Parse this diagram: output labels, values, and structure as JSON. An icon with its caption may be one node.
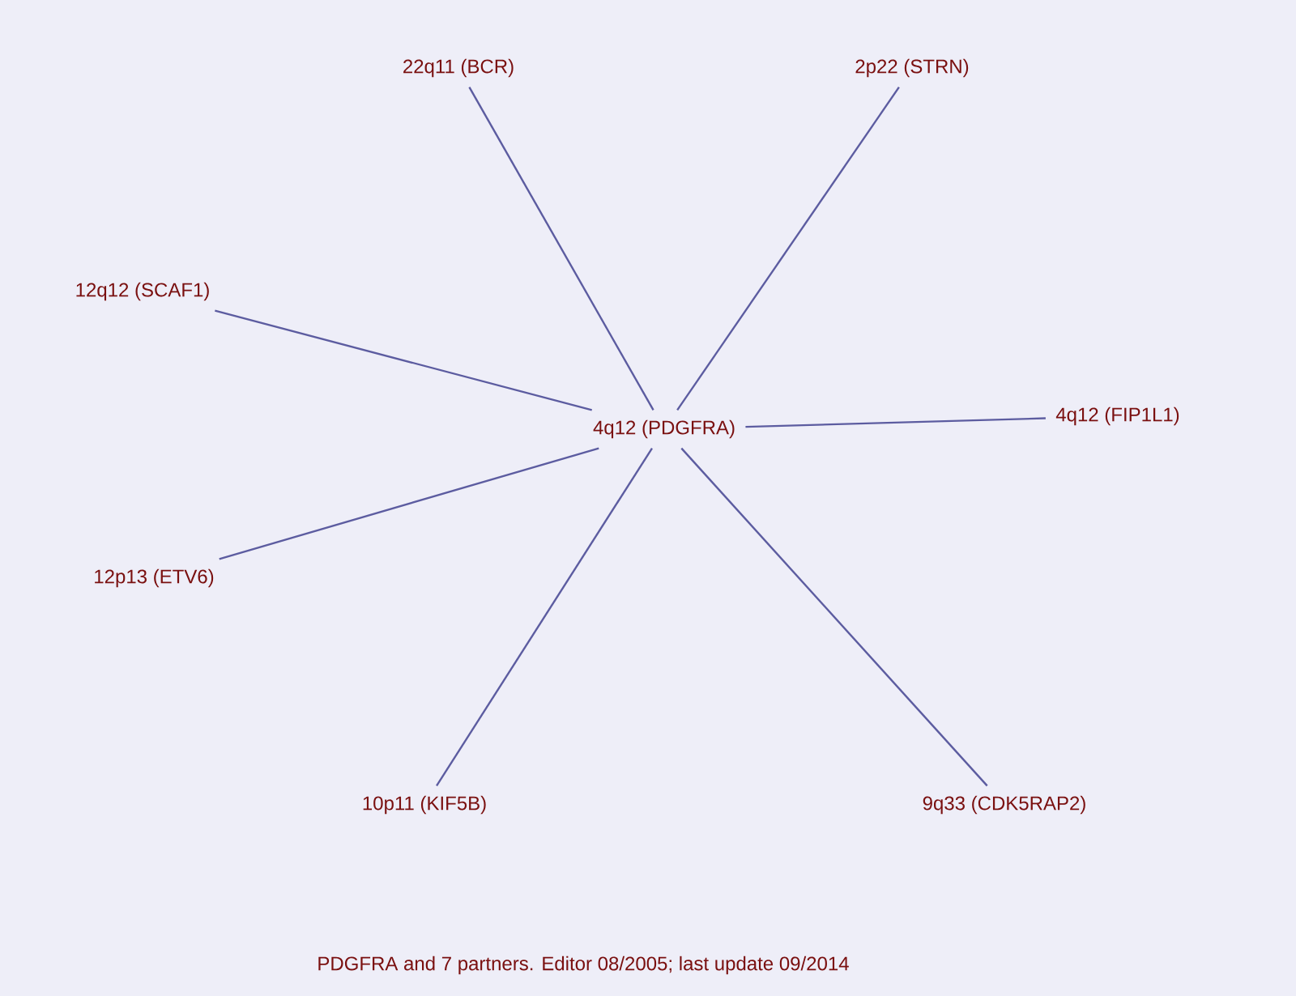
{
  "diagram": {
    "caption": "PDGFRA and 7 partners. Editor 08/2005; last update 09/2014",
    "nodes": [
      {
        "text": [
          "4q12 (PDGFRA)"
        ]
      },
      {
        "text": [
          "22q11 (BCR)"
        ]
      },
      {
        "text": [
          "2p22 (STRN)"
        ]
      },
      {
        "text": [
          "12q12 (SCAF1)"
        ]
      },
      {
        "text": [
          "4q12 (FIP1L1)"
        ]
      },
      {
        "text": [
          "12p13 (ETV6)"
        ]
      },
      {
        "text": [
          "10p11 (KIF5B)"
        ]
      },
      {
        "text": [
          "9q33 (CDK5RAP2)"
        ]
      }
    ],
    "edges": [
      {
        "from": 0,
        "to": 1,
        "arrow": "none"
      },
      {
        "from": 0,
        "to": 2,
        "arrow": "none"
      },
      {
        "from": 0,
        "to": 3,
        "arrow": "none"
      },
      {
        "from": 0,
        "to": 4,
        "arrow": "none"
      },
      {
        "from": 0,
        "to": 5,
        "arrow": "none"
      },
      {
        "from": 0,
        "to": 6,
        "arrow": "none"
      },
      {
        "from": 0,
        "to": 7,
        "arrow": "none"
      }
    ]
  }
}
